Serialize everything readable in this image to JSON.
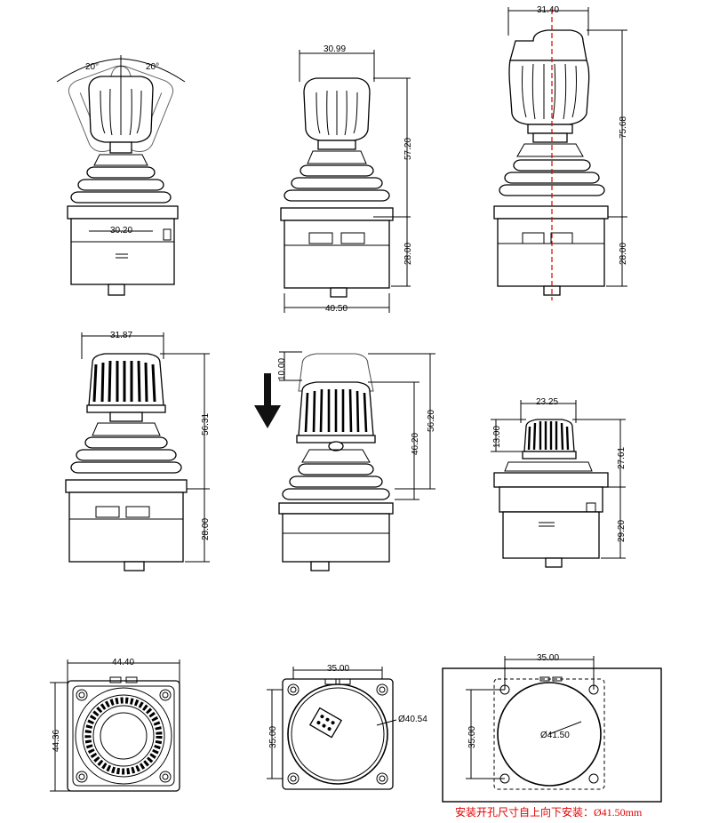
{
  "view1": {
    "angle_left": "20°",
    "angle_right": "20°",
    "width": "30.20"
  },
  "view2": {
    "top_width": "30.99",
    "height_upper": "57.20",
    "height_lower": "28.00",
    "bottom_width": "40.50"
  },
  "view3": {
    "top_width": "31.40",
    "height_upper": "75.68",
    "height_lower": "28.00"
  },
  "view4": {
    "top_width": "31.87",
    "height_upper": "56.31",
    "height_lower": "28.00"
  },
  "view5": {
    "travel": "10.00",
    "height_inner": "46.20",
    "height_outer": "56.20"
  },
  "view6": {
    "top_width": "23.25",
    "knob_height": "13.00",
    "height_upper": "27.61",
    "height_lower": "29.20"
  },
  "view7": {
    "width": "44.40",
    "height": "44.36"
  },
  "view8": {
    "width": "35.00",
    "height": "35.00",
    "diameter": "Ø40.54"
  },
  "view9": {
    "width": "35.00",
    "height": "35.00",
    "diameter": "Ø41.50",
    "note": "安装开孔尺寸自上向下安装：Ø41.50mm"
  },
  "colors": {
    "line": "#000000",
    "accent": "#e00000"
  }
}
